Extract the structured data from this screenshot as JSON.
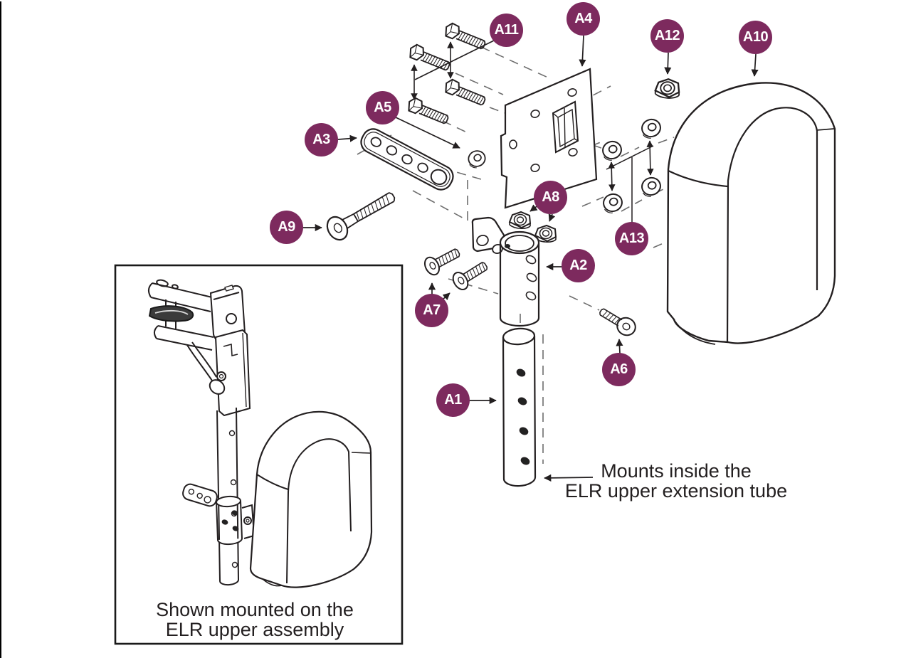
{
  "figure": {
    "kind": "exploded-parts-diagram",
    "subject": "ELR calf pad assembly"
  },
  "palette": {
    "callout_bg": "#7D2A5E",
    "callout_text": "#FFFFFF",
    "line": "#231F20",
    "dash": "#6E6E6E",
    "page_bg": "#FFFFFF"
  },
  "callouts": [
    {
      "label": "A1"
    },
    {
      "label": "A2"
    },
    {
      "label": "A3"
    },
    {
      "label": "A4"
    },
    {
      "label": "A5"
    },
    {
      "label": "A6"
    },
    {
      "label": "A7"
    },
    {
      "label": "A8"
    },
    {
      "label": "A9"
    },
    {
      "label": "A10"
    },
    {
      "label": "A11"
    },
    {
      "label": "A12"
    },
    {
      "label": "A13"
    }
  ],
  "notes": {
    "mounts_line1": "Mounts inside the",
    "mounts_line2": "ELR upper extension tube",
    "inset_line1": "Shown mounted on the",
    "inset_line2": "ELR upper assembly"
  }
}
